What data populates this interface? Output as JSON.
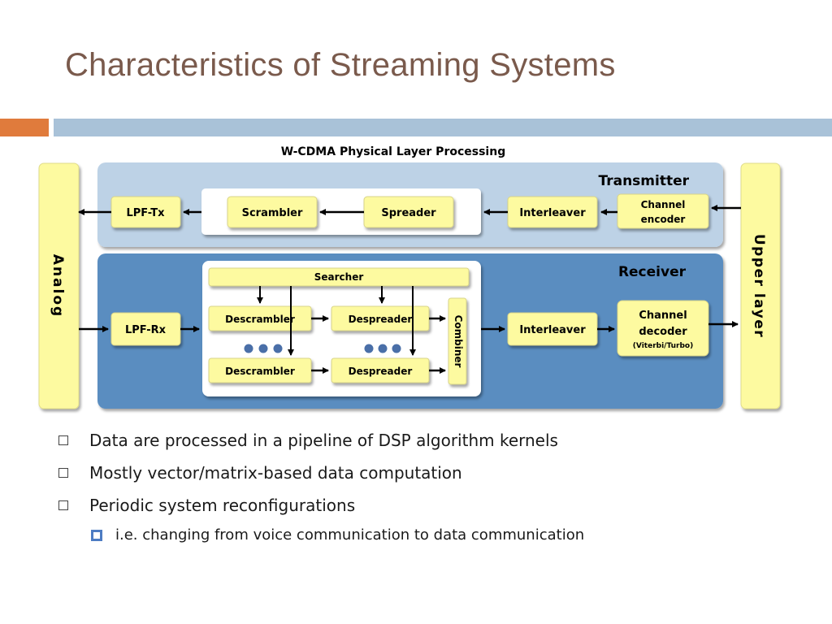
{
  "slide": {
    "title": "Characteristics of Streaming Systems"
  },
  "diagram": {
    "caption": "W-CDMA Physical Layer Processing",
    "left_panel": "Analog",
    "right_panel": "Upper layer",
    "transmitter": {
      "heading": "Transmitter",
      "blocks": [
        "LPF-Tx",
        "Scrambler",
        "Spreader",
        "Interleaver"
      ],
      "channel_encoder": [
        "Channel",
        "encoder"
      ]
    },
    "receiver": {
      "heading": "Receiver",
      "lpf": "LPF-Rx",
      "searcher": "Searcher",
      "descrambler": "Descrambler",
      "despreader": "Despreader",
      "combiner": "Combiner",
      "interleaver": "Interleaver",
      "channel_decoder": [
        "Channel",
        "decoder"
      ],
      "decoder_note": "(Viterbi/Turbo)"
    }
  },
  "bullets": [
    "Data are processed in a pipeline of DSP algorithm kernels",
    "Mostly vector/matrix-based data computation",
    "Periodic system reconfigurations"
  ],
  "sub_bullets": [
    "i.e. changing from voice communication to data communication"
  ],
  "colors": {
    "title": "#7a5a4c",
    "accent_orange": "#e07b3c",
    "accent_blue": "#a9c2d8",
    "block_yellow": "#fdfaa0",
    "transmitter_bg": "#bdd2e6",
    "receiver_bg": "#5a8dc0"
  }
}
